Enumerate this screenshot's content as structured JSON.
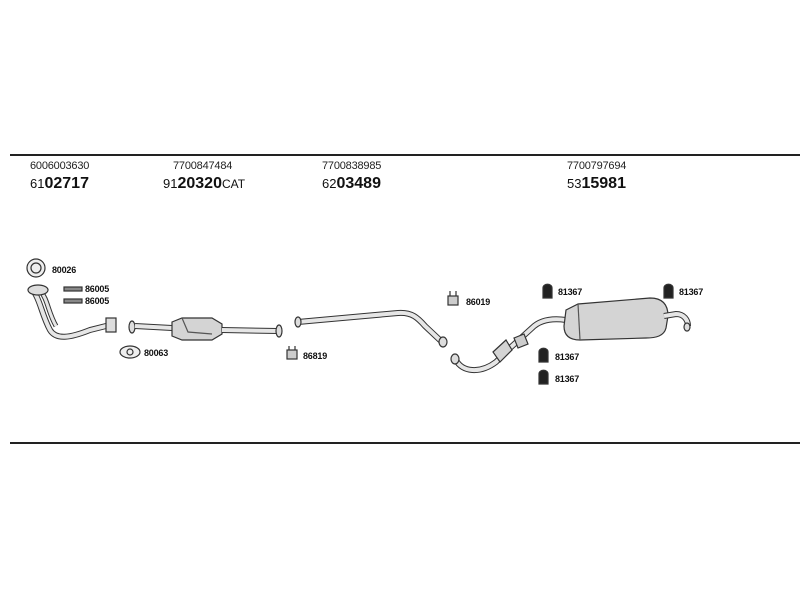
{
  "header_columns": [
    {
      "oe": "6006003630",
      "prefix": "61",
      "main": "02717",
      "suffix": ""
    },
    {
      "oe": "7700847484",
      "prefix": "91",
      "main": "20320",
      "suffix": "CAT"
    },
    {
      "oe": "7700838985",
      "prefix": "62",
      "main": "03489",
      "suffix": ""
    },
    {
      "oe": "7700797694",
      "prefix": "53",
      "main": "15981",
      "suffix": ""
    }
  ],
  "part_labels": {
    "ring_gasket": "80026",
    "clamp_a": "86005",
    "clamp_b": "86005",
    "flange_gasket": "80063",
    "clamp_mid": "86819",
    "clamp_rear": "86019",
    "hanger_1": "81367",
    "hanger_2": "81367",
    "hanger_3": "81367",
    "hanger_4": "81367"
  },
  "colors": {
    "line": "#222222",
    "part_fill": "#d9d9d9",
    "part_stroke": "#333333"
  }
}
